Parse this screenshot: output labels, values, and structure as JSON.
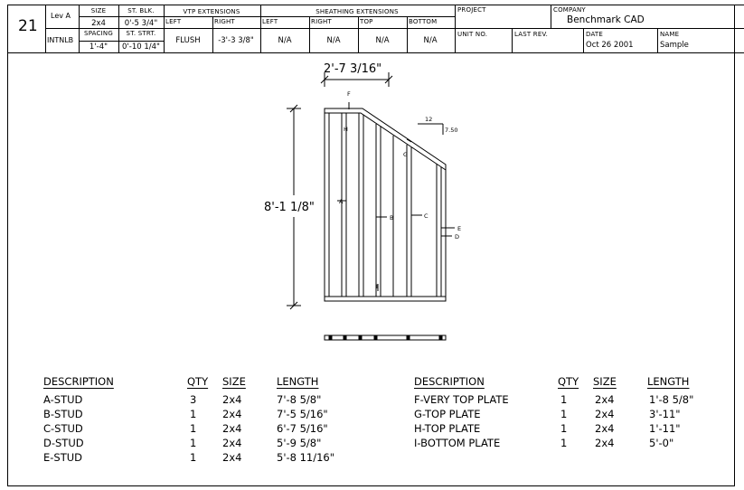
{
  "title_block": {
    "sheet_number": "21",
    "level": "Lev A",
    "wall_type": "INTNLB",
    "size_label": "SIZE",
    "size_value": "2x4",
    "spacing_label": "SPACING",
    "spacing_value": "1'-4\"",
    "st_blk_label": "ST. BLK.",
    "st_blk_value": "0'-5 3/4\"",
    "st_strt_label": "ST. STRT.",
    "st_strt_value": "0'-10 1/4\"",
    "vtp_label": "VTP EXTENSIONS",
    "vtp_left_label": "LEFT",
    "vtp_left_value": "FLUSH",
    "vtp_right_label": "RIGHT",
    "vtp_right_value": "-3'-3 3/8\"",
    "sheathing_label": "SHEATHING EXTENSIONS",
    "sh_left_label": "LEFT",
    "sh_left_value": "N/A",
    "sh_right_label": "RIGHT",
    "sh_right_value": "N/A",
    "sh_top_label": "TOP",
    "sh_top_value": "N/A",
    "sh_bottom_label": "BOTTOM",
    "sh_bottom_value": "N/A",
    "project_label": "PROJECT",
    "company_label": "COMPANY",
    "company_value": "Benchmark CAD",
    "unit_no_label": "UNIT NO.",
    "last_rev_label": "LAST REV.",
    "date_label": "DATE",
    "date_value": "Oct 26 2001",
    "name_label": "NAME",
    "name_value": "Sample"
  },
  "drawing": {
    "width_dim": "2'-7  3/16\"",
    "height_dim": "8'-1  1/8\"",
    "pitch_run": "12",
    "pitch_rise": "7.50",
    "labels": {
      "a": "A",
      "b": "B",
      "c": "C",
      "d": "D",
      "e": "E",
      "f": "F",
      "g": "G",
      "h": "H",
      "i": "I"
    }
  },
  "parts_left": {
    "headers": [
      "DESCRIPTION",
      "QTY",
      "SIZE",
      "LENGTH"
    ],
    "rows": [
      [
        "A-STUD",
        "3",
        "2x4",
        "7'-8  5/8\""
      ],
      [
        "B-STUD",
        "1",
        "2x4",
        "7'-5  5/16\""
      ],
      [
        "C-STUD",
        "1",
        "2x4",
        "6'-7  5/16\""
      ],
      [
        "D-STUD",
        "1",
        "2x4",
        "5'-9  5/8\""
      ],
      [
        "E-STUD",
        "1",
        "2x4",
        "5'-8  11/16\""
      ]
    ]
  },
  "parts_right": {
    "headers": [
      "DESCRIPTION",
      "QTY",
      "SIZE",
      "LENGTH"
    ],
    "rows": [
      [
        "F-VERY  TOP  PLATE",
        "1",
        "2x4",
        "1'-8  5/8\""
      ],
      [
        "G-TOP  PLATE",
        "1",
        "2x4",
        "3'-11\""
      ],
      [
        "H-TOP  PLATE",
        "1",
        "2x4",
        "1'-11\""
      ],
      [
        "I-BOTTOM  PLATE",
        "1",
        "2x4",
        "5'-0\""
      ]
    ]
  }
}
